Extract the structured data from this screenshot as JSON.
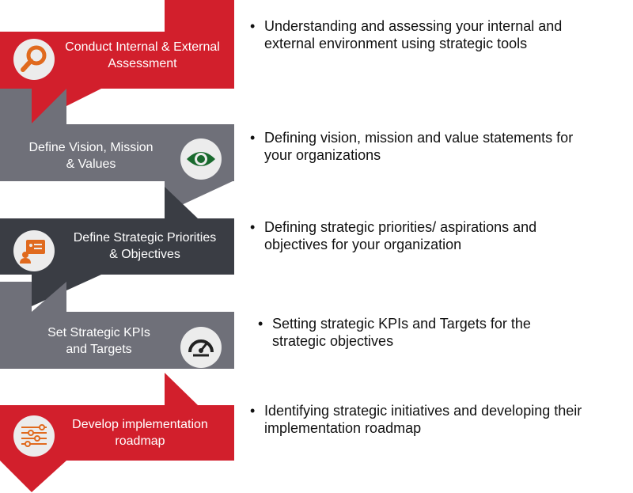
{
  "colors": {
    "red": "#d21f2c",
    "gray": "#6f7079",
    "dark": "#3a3d44",
    "icon_bg": "#ececec"
  },
  "bullet": "•",
  "steps": [
    {
      "label": "Conduct Internal & External\nAssessment",
      "icon": "magnifier-icon",
      "description": "Understanding  and assessing your internal and\nexternal environment  using strategic tools"
    },
    {
      "label": "Define Vision, Mission\n& Values",
      "icon": "eye-icon",
      "description": "Defining vision, mission and value statements for\nyour organizations"
    },
    {
      "label": "Define Strategic Priorities\n& Objectives",
      "icon": "presentation-icon",
      "description": "Defining strategic priorities/ aspirations and\nobjectives for your organization"
    },
    {
      "label": "Set Strategic KPIs\nand Targets",
      "icon": "gauge-icon",
      "description": "Setting strategic KPIs and Targets for the\nstrategic objectives"
    },
    {
      "label": "Develop implementation\nroadmap",
      "icon": "sliders-icon",
      "description": "Identifying strategic initiatives and developing their\nimplementation  roadmap"
    }
  ]
}
